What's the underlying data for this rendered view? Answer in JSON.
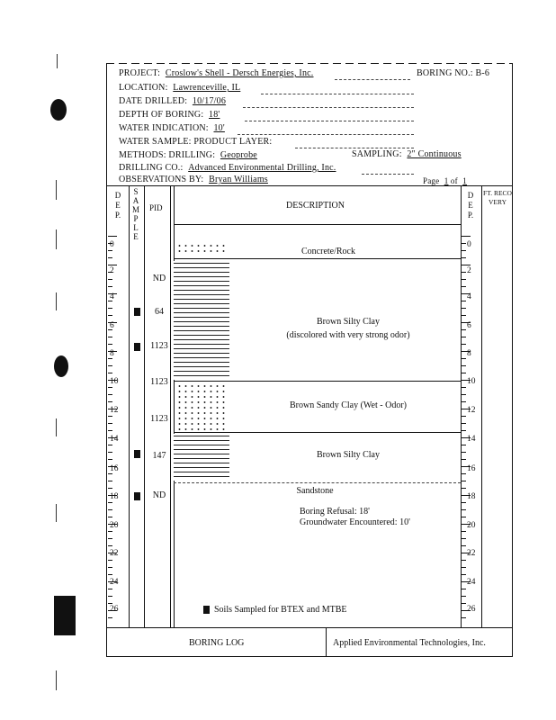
{
  "header": {
    "project_label": "PROJECT:",
    "project_value": "Croslow's Shell - Dersch Energies, Inc.",
    "boring_label": "BORING NO.:",
    "boring_value": "B-6",
    "location_label": "LOCATION:",
    "location_value": "Lawrenceville, IL",
    "date_label": "DATE DRILLED:",
    "date_value": "10/17/06",
    "depth_label": "DEPTH OF BORING:",
    "depth_value": "18'",
    "water_label": "WATER INDICATION:",
    "water_value": "10'",
    "sample_label": "WATER SAMPLE:",
    "sample_value": "PRODUCT LAYER:",
    "methods_label": "METHODS: DRILLING:",
    "methods_value": "Geoprobe",
    "sampling_label": "SAMPLING:",
    "sampling_value": "2\" Continuous",
    "drillco_label": "DRILLING CO.:",
    "drillco_value": "Advanced Environmental Drilling, Inc.",
    "obs_label": "OBSERVATIONS BY:",
    "obs_value": "Bryan Williams",
    "page_label": "Page",
    "page_value": "1",
    "of_label": "of",
    "of_value": "1"
  },
  "columns": {
    "depth_left": "D E P.",
    "sample": "S A M P L E",
    "pid": "PID",
    "description": "DESCRIPTION",
    "depth_right": "D E P.",
    "recovery": "FT. RECO VERY"
  },
  "depth_left": [
    "0",
    "2",
    "4",
    "6",
    "8",
    "10",
    "12",
    "14",
    "16",
    "18",
    "20",
    "22",
    "24",
    "26"
  ],
  "depth_right": [
    "0",
    "2",
    "4",
    "6",
    "8",
    "10",
    "12",
    "14",
    "16",
    "18",
    "20",
    "22",
    "24",
    "26"
  ],
  "pid_values": [
    "ND",
    "64",
    "1123",
    "1123",
    "1123",
    "147",
    "ND"
  ],
  "layers": [
    "Concrete/Rock",
    "Brown Silty Clay",
    "(discolored with very strong odor)",
    "Brown Sandy Clay (Wet - Odor)",
    "Brown Silty Clay",
    "Sandstone"
  ],
  "notes": {
    "refusal": "Boring Refusal: 18'",
    "groundwater": "Groundwater Encountered: 10'",
    "legend": "Soils Sampled for BTEX and MTBE"
  },
  "footer": {
    "left": "BORING LOG",
    "right": "Applied Environmental Technologies, Inc."
  }
}
